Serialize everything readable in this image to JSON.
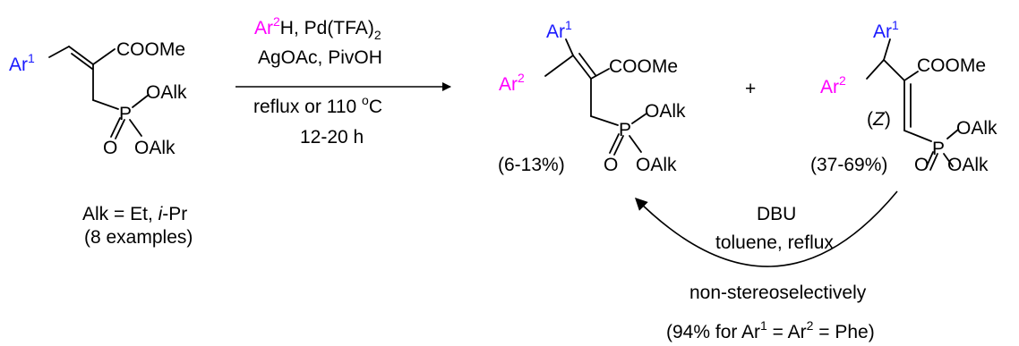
{
  "starting_material": {
    "ar": "Ar",
    "ar_sup": "1",
    "ester": "COOMe",
    "p": "P",
    "oalk1": "OAlk",
    "o_double": "O",
    "oalk2": "OAlk",
    "alk_note_prefix": "Alk = Et, ",
    "alk_note_italic": "i",
    "alk_note_suffix": "-Pr",
    "examples": "(8 examples)"
  },
  "conditions": {
    "reagent_ar": "Ar",
    "reagent_ar_sup": "2",
    "reagent_rest": "H, Pd(TFA)",
    "reagent_sub": "2",
    "line2": "AgOAc, PivOH",
    "line3_prefix": "reflux or 110 ",
    "line3_sup": "o",
    "line3_suffix": "C",
    "line4": "12-20 h"
  },
  "product_a": {
    "ar1": "Ar",
    "ar1_sup": "1",
    "ar2": "Ar",
    "ar2_sup": "2",
    "ester": "COOMe",
    "p": "P",
    "oalk1": "OAlk",
    "o_double": "O",
    "oalk2": "OAlk",
    "yield": "(6-13%)"
  },
  "plus": "+",
  "product_b": {
    "ar1": "Ar",
    "ar1_sup": "1",
    "ar2": "Ar",
    "ar2_sup": "2",
    "ester": "COOMe",
    "z_open": "(",
    "z": "Z",
    "z_close": ")",
    "p": "P",
    "oalk1": "OAlk",
    "o_double": "O",
    "oalk2": "OAlk",
    "yield": "(37-69%)"
  },
  "isomerization": {
    "reagent": "DBU",
    "solvent": "toluene, reflux",
    "note": "non-stereoselectively",
    "yield_prefix": "(94% for Ar",
    "sup1": "1",
    "mid": " = Ar",
    "sup2": "2",
    "yield_suffix": " = Phe)"
  },
  "colors": {
    "ar1": "#1a1aff",
    "ar2": "#ff00ff",
    "ink": "#000000"
  }
}
